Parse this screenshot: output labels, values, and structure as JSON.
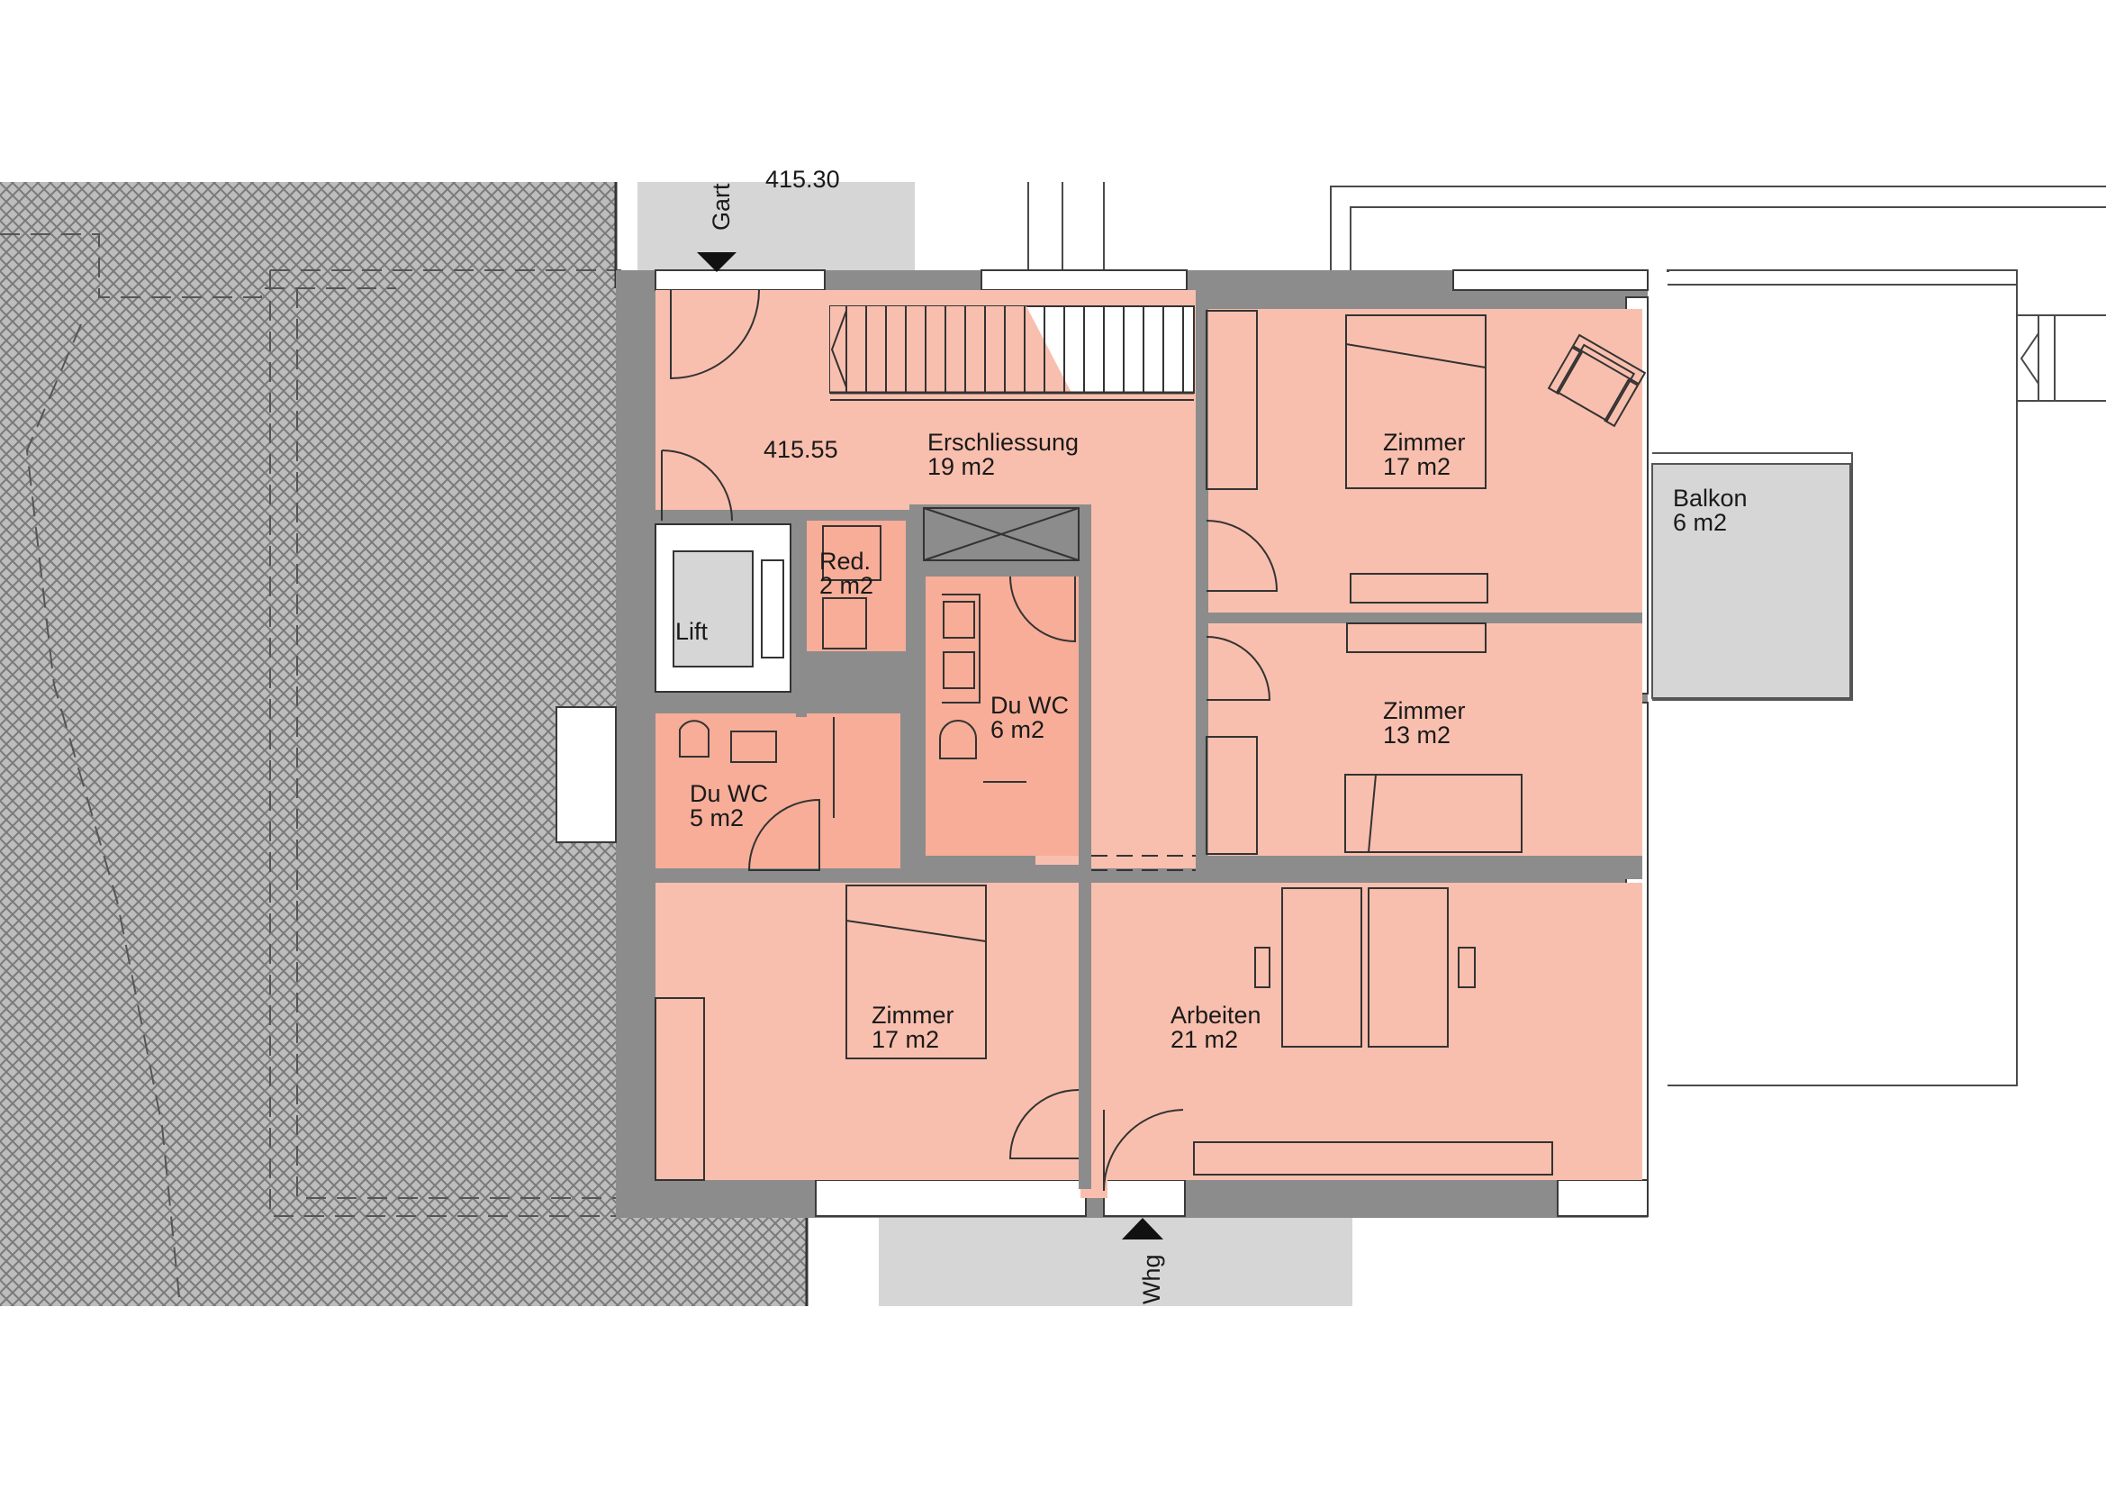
{
  "plan": {
    "elevation_top_cut": "415.30",
    "elevation": "415.55",
    "entrances": {
      "garden": "Gart",
      "apartment": "Whg"
    },
    "colors": {
      "room_fill": "#f9bfae",
      "bath_fill": "#f7ad98",
      "wall": "#8c8c8c",
      "terrain_pattern": "#9e9e9e",
      "outdoor_grey": "#d6d6d6",
      "line": "#3a3a3a"
    },
    "rooms": [
      {
        "id": "erschliessung",
        "name": "Erschliessung",
        "area": "19 m2"
      },
      {
        "id": "zimmer-ne",
        "name": "Zimmer",
        "area": "17 m2"
      },
      {
        "id": "balkon",
        "name": "Balkon",
        "area": "6 m2"
      },
      {
        "id": "red",
        "name": "Red.",
        "area": "2 m2"
      },
      {
        "id": "lift",
        "name": "Lift",
        "area": ""
      },
      {
        "id": "duwc-6",
        "name": "Du WC",
        "area": "6 m2"
      },
      {
        "id": "zimmer-e",
        "name": "Zimmer",
        "area": "13 m2"
      },
      {
        "id": "duwc-5",
        "name": "Du WC",
        "area": "5 m2"
      },
      {
        "id": "zimmer-sw",
        "name": "Zimmer",
        "area": "17 m2"
      },
      {
        "id": "arbeiten",
        "name": "Arbeiten",
        "area": "21 m2"
      }
    ]
  }
}
